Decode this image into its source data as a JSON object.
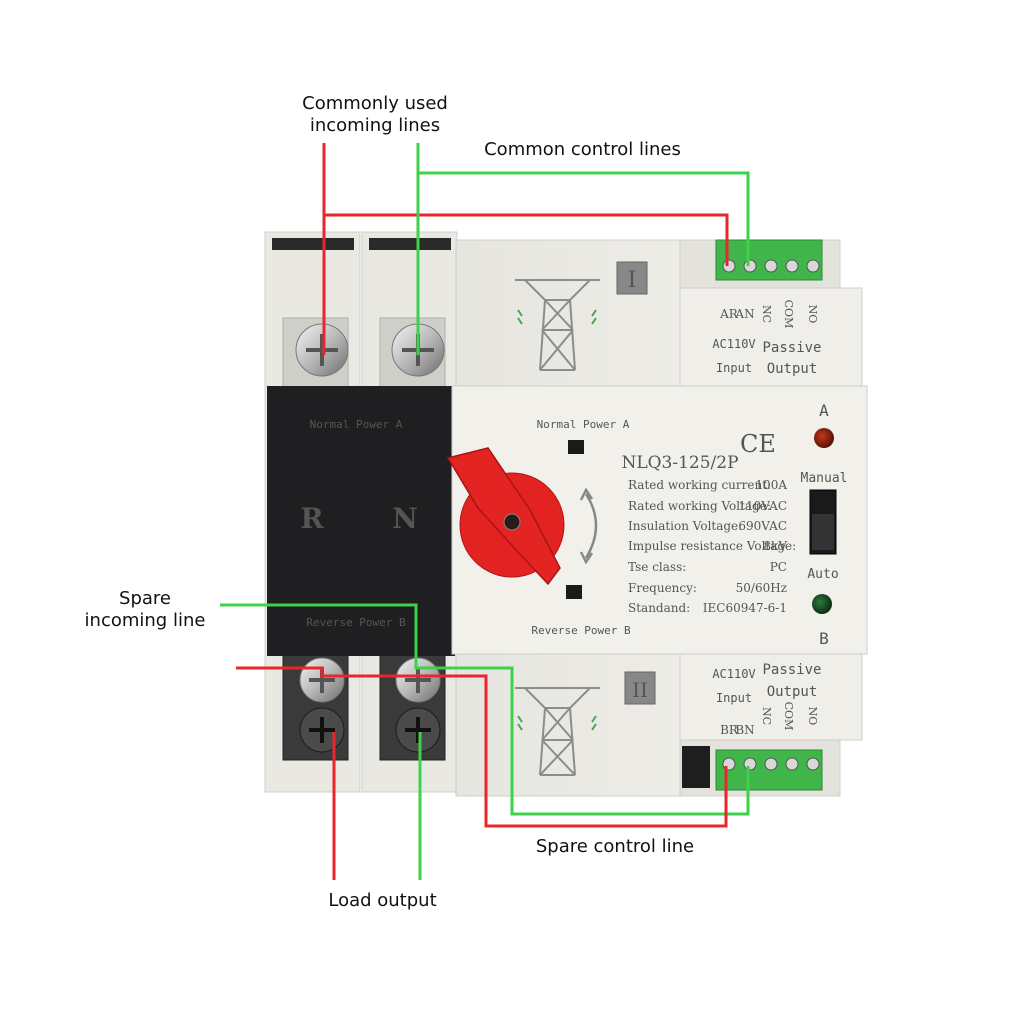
{
  "callouts": {
    "common_incoming": [
      "Commonly used",
      "incoming lines"
    ],
    "common_control": "Common control lines",
    "spare_incoming": [
      "Spare",
      "incoming line"
    ],
    "spare_control": "Spare control line",
    "load_output": "Load output"
  },
  "device": {
    "left_label_top": "Normal Power A",
    "left_label_bottom": "Reverse Power B",
    "pole_r": "R",
    "pole_n": "N",
    "normal_power": "Normal Power A",
    "reverse_power": "Reverse Power B",
    "model": "NLQ3-125/2P",
    "ce": "CE",
    "section_one": "I",
    "section_two": "II",
    "specs": [
      {
        "k": "Rated working current:",
        "v": "100A"
      },
      {
        "k": "Rated working Voltage:",
        "v": "110VAC"
      },
      {
        "k": "Insulation Voltage:",
        "v": "690VAC"
      },
      {
        "k": "Impulse resistance Voltage:",
        "v": "8kV"
      },
      {
        "k": "Tse class:",
        "v": "PC"
      },
      {
        "k": "Frequency:",
        "v": "50/60Hz"
      },
      {
        "k": "Standand:",
        "v": "IEC60947-6-1"
      }
    ],
    "indicator_a": "A",
    "indicator_b": "B",
    "manual": "Manual",
    "auto": "Auto",
    "top_terminal": {
      "labels": [
        "AR",
        "AN",
        "NC",
        "COM",
        "NO"
      ],
      "input_voltage": "AC110V",
      "input": "Input",
      "passive": "Passive",
      "output": "Output"
    },
    "bottom_terminal": {
      "labels": [
        "BR",
        "BN",
        "NC",
        "COM",
        "NO"
      ],
      "input_voltage": "AC110V",
      "input": "Input",
      "passive": "Passive",
      "output": "Output"
    }
  },
  "colors": {
    "red_wire": "#e8262b",
    "green_wire": "#3ed24a",
    "terminal_green": "#3fb54a",
    "handle_red": "#e32222",
    "body": "#ecebe6",
    "dark_cover": "#1f1f22"
  }
}
